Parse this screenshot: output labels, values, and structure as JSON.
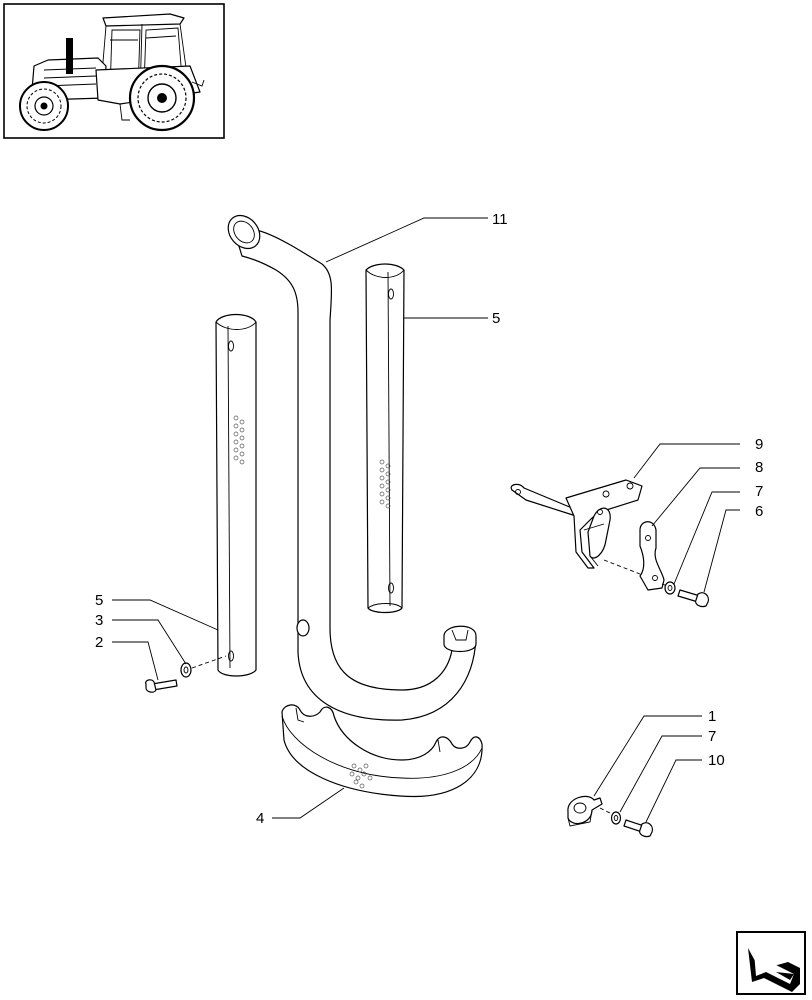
{
  "diagram": {
    "callouts": [
      {
        "id": "c11",
        "text": "11"
      },
      {
        "id": "c5a",
        "text": "5"
      },
      {
        "id": "c9",
        "text": "9"
      },
      {
        "id": "c8",
        "text": "8"
      },
      {
        "id": "c7a",
        "text": "7"
      },
      {
        "id": "c6",
        "text": "6"
      },
      {
        "id": "c5b",
        "text": "5"
      },
      {
        "id": "c3",
        "text": "3"
      },
      {
        "id": "c2",
        "text": "2"
      },
      {
        "id": "c1",
        "text": "1"
      },
      {
        "id": "c7b",
        "text": "7"
      },
      {
        "id": "c10",
        "text": "10"
      },
      {
        "id": "c4",
        "text": "4"
      }
    ],
    "thumbnail_icon": "tractor-icon",
    "nav_icon": "next-page-arrow-icon"
  }
}
